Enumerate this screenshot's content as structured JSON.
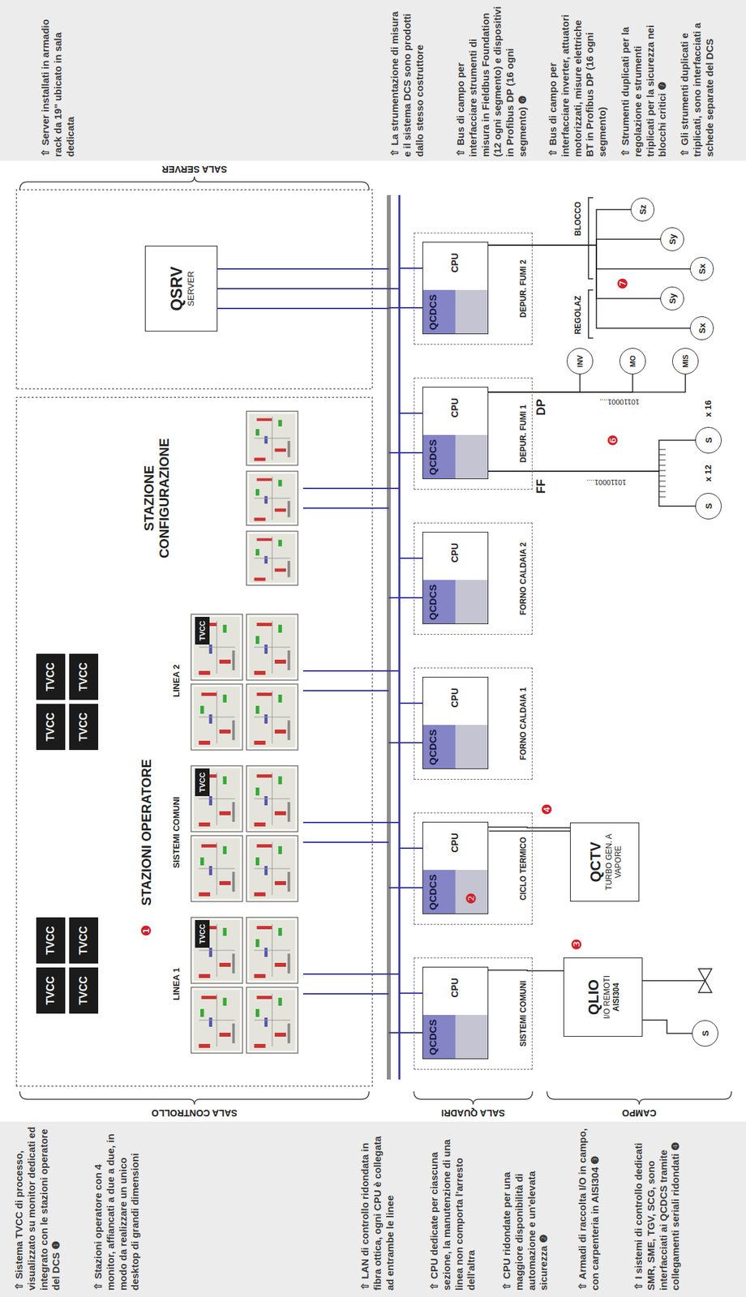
{
  "diagram": {
    "nodes": [
      {
        "text": [
          "TVCC"
        ]
      },
      {
        "text": [
          "TVCC"
        ]
      },
      {
        "text": [
          "TVCC"
        ]
      },
      {
        "text": [
          "TVCC"
        ]
      },
      {
        "text": [
          "TVCC"
        ]
      },
      {
        "text": [
          "TVCC"
        ]
      },
      {
        "text": [
          "TVCC"
        ]
      },
      {
        "text": [
          "TVCC"
        ]
      },
      {
        "text": [
          "LINEA 1"
        ]
      },
      {
        "text": [
          "SISTEMI COMUNI"
        ]
      },
      {
        "text": [
          "LINEA 2"
        ]
      },
      {
        "text": [
          "STAZIONE CONFIGURAZIONE"
        ]
      },
      {
        "text": [
          "TVCC"
        ],
        "in": 8
      },
      {
        "text": [
          "TVCC"
        ],
        "in": 9
      },
      {
        "text": [
          "TVCC"
        ],
        "in": 10
      },
      {
        "text": [
          "QSRV",
          "SERVER"
        ]
      },
      {
        "text": [
          "SISTEMI COMUNI"
        ]
      },
      {
        "text": [
          "CICLO TERMICO"
        ]
      },
      {
        "text": [
          "FORNO CALDAIA 1"
        ]
      },
      {
        "text": [
          "FORNO CALDAIA 2"
        ]
      },
      {
        "text": [
          "DEPUR. FUMI 1"
        ]
      },
      {
        "text": [
          "DEPUR. FUMI 2"
        ]
      },
      {
        "text": [
          "QCDCS",
          "CPU"
        ],
        "in": 16
      },
      {
        "text": [
          "QCDCS",
          "CPU"
        ],
        "in": 17
      },
      {
        "text": [
          "QCDCS",
          "CPU"
        ],
        "in": 18
      },
      {
        "text": [
          "QCDCS",
          "CPU"
        ],
        "in": 19
      },
      {
        "text": [
          "QCDCS",
          "CPU"
        ],
        "in": 20
      },
      {
        "text": [
          "QCDCS",
          "CPU"
        ],
        "in": 21
      },
      {
        "text": [
          "QLIO",
          "I/O REMOTI",
          "AISI304"
        ]
      },
      {
        "text": [
          "QCTV",
          "TURBO GEN. A VAPORE"
        ]
      },
      {
        "text": [
          "S"
        ]
      },
      {
        "text": [
          "S"
        ]
      },
      {
        "text": [
          "S"
        ]
      },
      {
        "text": [
          "INV"
        ]
      },
      {
        "text": [
          "MO"
        ]
      },
      {
        "text": [
          "MIS"
        ]
      },
      {
        "text": [
          "Sx"
        ]
      },
      {
        "text": [
          "Sy"
        ]
      },
      {
        "text": [
          "Sx"
        ]
      },
      {
        "text": [
          "Sy"
        ]
      },
      {
        "text": [
          "Sz"
        ]
      }
    ],
    "edges": [
      {
        "from": 22,
        "to": 28,
        "arrow": "none"
      },
      {
        "from": 28,
        "to": 30,
        "arrow": "none"
      },
      {
        "from": 23,
        "to": 29,
        "arrow": "none"
      },
      {
        "from": 26,
        "to": 31,
        "arrow": "none"
      },
      {
        "from": 26,
        "to": 32,
        "arrow": "none"
      },
      {
        "from": 26,
        "to": 33,
        "arrow": "none"
      },
      {
        "from": 26,
        "to": 34,
        "arrow": "none"
      },
      {
        "from": 26,
        "to": 35,
        "arrow": "none"
      },
      {
        "from": 27,
        "to": 36,
        "arrow": "none"
      },
      {
        "from": 27,
        "to": 37,
        "arrow": "none"
      },
      {
        "from": 27,
        "to": 38,
        "arrow": "none"
      },
      {
        "from": 27,
        "to": 39,
        "arrow": "none"
      },
      {
        "from": 27,
        "to": 40,
        "arrow": "none"
      }
    ],
    "labels": [
      "⇧ Sistema TVCC di processo, visualizzato su monitor dedicati ed integrato con le stazioni operatore del DCS ❶",
      "⇧ Stazioni operatore con 4 monitor, affiancati a due a due, in modo da realizzare un unico desktop di grandi dimensioni",
      "⇧ LAN di controllo ridondata in fibra ottica, ogni CPU è collegata ad entrambe le linee",
      "⇧ CPU dedicate per ciascuna sezione, la manutenzione di una linea non comporta l'arresto dell'altra",
      "⇧ CPU ridondate per una maggiore disponibilità di automazione e un'elevata sicurezza ❷",
      "⇧ Armadi di raccolta I/O in campo, con carpenteria in AISI304 ❸",
      "⇧ I sistemi di controllo dedicati SMR, SME, TGV, SCG, sono interfacciati ai QCDCS tramite collegamenti seriali ridondati ❹",
      "⇧ Server installati in armadio rack da 19\" ubicato in sala dedicata",
      "⇧ La strumentazione di misura e il sistema DCS sono prodotti dallo stesso costruttore",
      "⇧ Bus di campo per interfacciare strumenti di misura in Fieldbus Foundation (12 ogni segmento) e dispositivi in Profibus DP (16 ogni segmento) ❻",
      "⇧ Bus di campo per interfacciare inverter, attuatori motorizzati, misure elettriche BT in Profibus DP (16 ogni segmento)",
      "⇧ Strumenti duplicati per la regolazione e strumenti triplicati per la sicurezza nei blocchi critici ❼",
      "⇧ Gli strumenti duplicati e triplicati, sono interfacciati a schede separate del DCS",
      "SALA CONTROLLO",
      "SALA QUADRI",
      "CAMPO",
      "SALA SERVER",
      "STAZIONI OPERATORE",
      "❶",
      "❷",
      "❸",
      "❹",
      "FF",
      "x 12",
      "10110001....",
      "DP",
      "x 16",
      "10110001....",
      "❻",
      "REGOLAZ",
      "BLOCCO",
      "❼"
    ]
  }
}
